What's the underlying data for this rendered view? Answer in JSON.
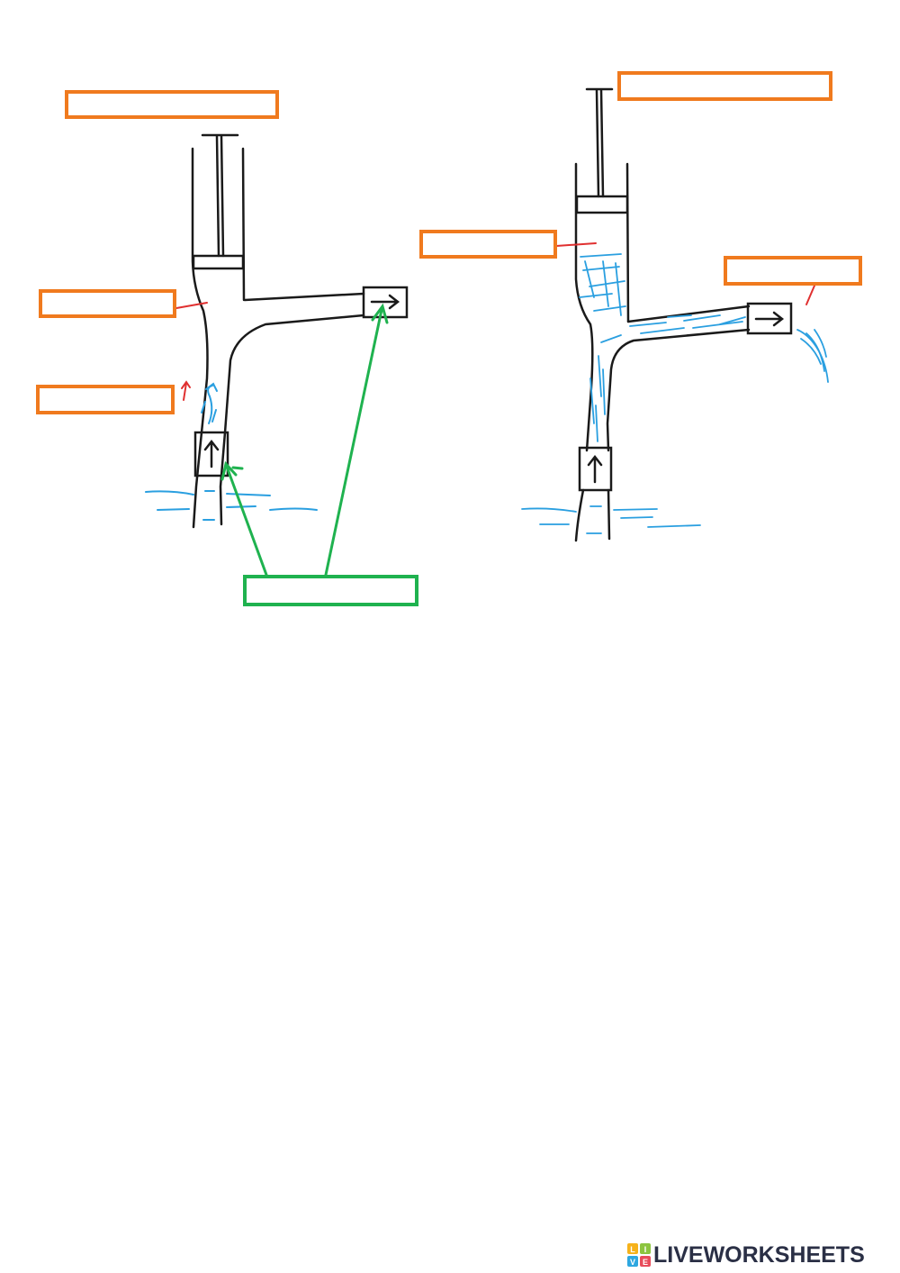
{
  "diagram": {
    "left_pump": {
      "inlet_valve_arrow": "↑",
      "outlet_valve_arrow": "→"
    },
    "right_pump": {
      "inlet_valve_arrow": "↑",
      "outlet_valve_arrow": "→"
    }
  },
  "answer_boxes": {
    "left_top": "",
    "left_mid": "",
    "left_low": "",
    "valves": "",
    "right_top": "",
    "right_mid": "",
    "right_outlet": ""
  },
  "colors": {
    "label_box": "#f07a1e",
    "valve_label_box": "#1fb24f",
    "pointer_green": "#1fb24f",
    "pointer_red": "#e03030",
    "water": "#2a9fe0",
    "outline": "#1a1a1a"
  },
  "brand": {
    "name": "LIVEWORKSHEETS",
    "logo_letters": [
      "L",
      "I",
      "V",
      "E"
    ]
  }
}
